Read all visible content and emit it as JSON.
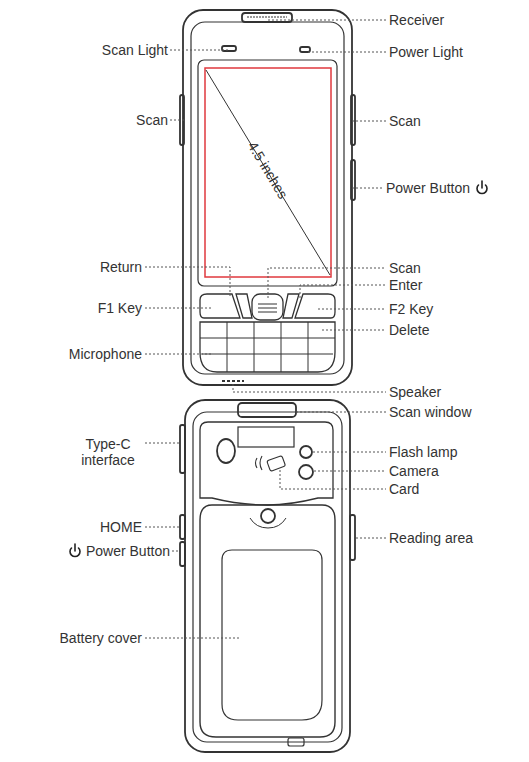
{
  "diagram": {
    "labels": [
      "Receiver",
      "Scan Light",
      "Power Light",
      "Scan",
      "Scan",
      "4.5 inches",
      "Power Button",
      "Return",
      "Scan",
      "Enter",
      "F1 Key",
      "F2 Key",
      "Delete",
      "Microphone",
      "Speaker",
      "Scan window",
      "Type-C interface",
      "Flash lamp",
      "Camera",
      "Card",
      "HOME",
      "Reading area",
      "Power Button",
      "Battery cover"
    ]
  }
}
